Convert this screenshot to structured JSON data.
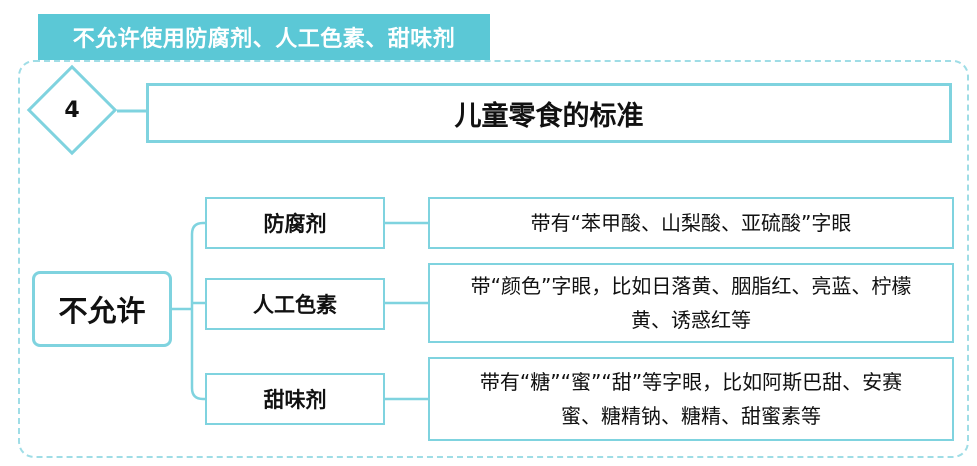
{
  "header": {
    "tab_label": "不允许使用防腐剂、人工色素、甜味剂"
  },
  "section": {
    "number": "4",
    "title": "儿童零食的标准"
  },
  "diagram": {
    "root_label": "不允许",
    "branches": [
      {
        "category": "防腐剂",
        "description": "带有“苯甲酸、山梨酸、亚硫酸”字眼"
      },
      {
        "category": "人工色素",
        "description": "带“颜色”字眼，比如日落黄、胭脂红、亮蓝、柠檬黄、诱惑红等"
      },
      {
        "category": "甜味剂",
        "description": "带有“糖”“蜜”“甜”等字眼，比如阿斯巴甜、安赛蜜、糖精钠、糖精、甜蜜素等"
      }
    ]
  },
  "colors": {
    "accent": "#5bc8d6",
    "border": "#7fd3df",
    "dashed_frame": "#9fdde6"
  }
}
